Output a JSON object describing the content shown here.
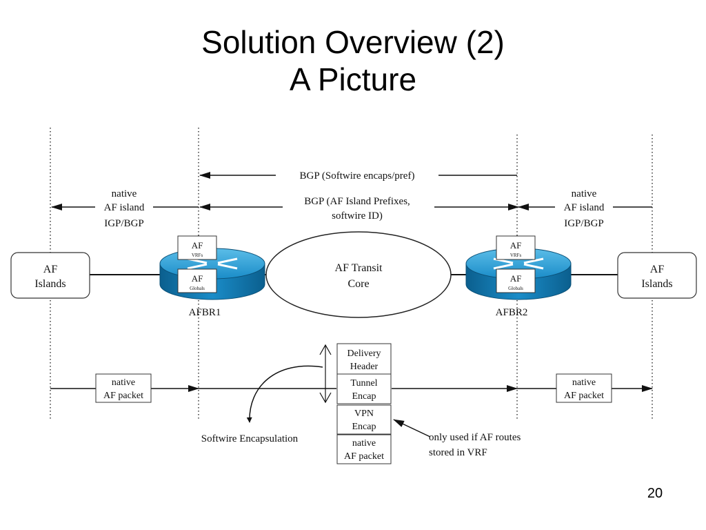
{
  "title": {
    "line1": "Solution Overview (2)",
    "line2": "A Picture"
  },
  "diagram": {
    "bgp_softwire": "BGP (Softwire encaps/pref)",
    "bgp_prefixes": {
      "line1": "BGP (AF Island Prefixes,",
      "line2": "softwire ID)"
    },
    "native_left": {
      "line1": "native",
      "line2": "AF island",
      "line3": "IGP/BGP"
    },
    "native_right": {
      "line1": "native",
      "line2": "AF island",
      "line3": "IGP/BGP"
    },
    "af_islands_left": {
      "line1": "AF",
      "line2": "Islands"
    },
    "af_islands_right": {
      "line1": "AF",
      "line2": "Islands"
    },
    "transit_core": {
      "line1": "AF Transit",
      "line2": "Core"
    },
    "router1": {
      "name": "AFBR1",
      "vrf_box": {
        "title": "AF",
        "sub": "VRFs"
      },
      "global_box": {
        "title": "AF",
        "sub": "Globals"
      }
    },
    "router2": {
      "name": "AFBR2",
      "vrf_box": {
        "title": "AF",
        "sub": "VRFs"
      },
      "global_box": {
        "title": "AF",
        "sub": "Globals"
      }
    },
    "packet_left": {
      "line1": "native",
      "line2": "AF packet"
    },
    "packet_right": {
      "line1": "native",
      "line2": "AF packet"
    },
    "stack": {
      "delivery": {
        "line1": "Delivery",
        "line2": "Header"
      },
      "tunnel": {
        "line1": "Tunnel",
        "line2": "Encap"
      },
      "vpn": {
        "line1": "VPN",
        "line2": "Encap"
      },
      "native": {
        "line1": "native",
        "line2": "AF packet"
      }
    },
    "softwire_encap_label": "Softwire Encapsulation",
    "vrf_note": {
      "line1": "only used if AF routes",
      "line2": "stored in VRF"
    }
  },
  "colors": {
    "router_blue": "#1a8cc8",
    "router_dark": "#0b5f8e",
    "line": "#111111"
  },
  "page_number": "20"
}
